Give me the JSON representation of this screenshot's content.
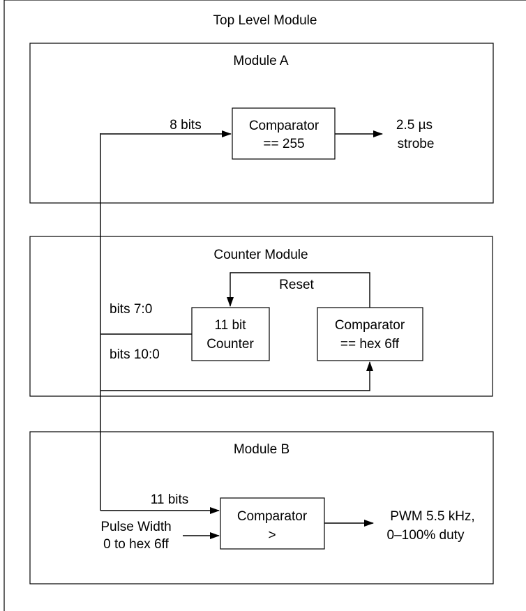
{
  "top_module": {
    "title": "Top Level Module"
  },
  "module_a": {
    "title": "Module A",
    "comparator": {
      "line1": "Comparator",
      "line2": "== 255"
    },
    "input_label": "8 bits",
    "output": {
      "line1": "2.5 µs",
      "line2": "strobe"
    }
  },
  "counter_module": {
    "title": "Counter Module",
    "counter": {
      "line1": "11 bit",
      "line2": "Counter"
    },
    "comparator": {
      "line1": "Comparator",
      "line2": "== hex 6ff"
    },
    "reset_label": "Reset",
    "bits_low_label": "bits 7:0",
    "bits_all_label": "bits 10:0"
  },
  "module_b": {
    "title": "Module B",
    "comparator": {
      "line1": "Comparator",
      "line2": ">"
    },
    "input_bits_label": "11 bits",
    "pulse_width": {
      "line1": "Pulse Width",
      "line2": "0 to hex 6ff"
    },
    "output": {
      "line1": "PWM 5.5 kHz,",
      "line2": "0–100% duty"
    }
  }
}
